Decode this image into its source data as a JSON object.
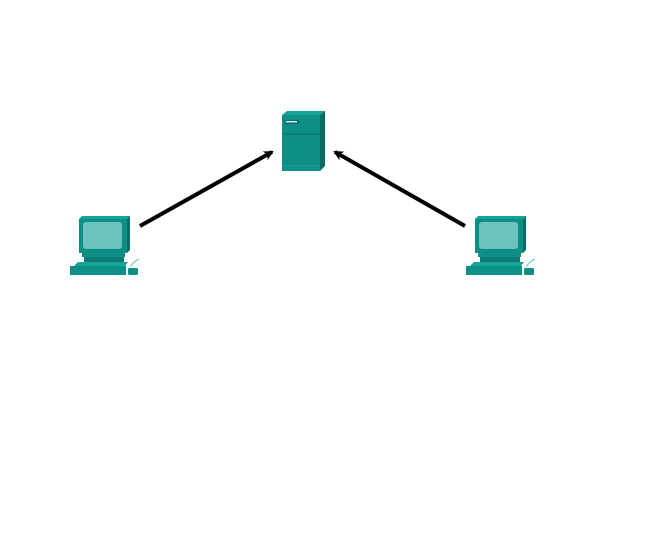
{
  "diagram": {
    "nodes": [
      {
        "id": "pc-left",
        "type": "pc-icon"
      },
      {
        "id": "server",
        "type": "server-icon"
      },
      {
        "id": "pc-right",
        "type": "pc-icon"
      }
    ],
    "edges": [
      {
        "from": "pc-left",
        "to": "server",
        "style": "arrow"
      },
      {
        "from": "pc-right",
        "to": "server",
        "style": "arrow"
      }
    ]
  },
  "colors": {
    "device": "#0e8f86",
    "device_dark": "#096b64",
    "device_light": "#13a399",
    "screen": "#6cc2bc",
    "arrow": "#000000",
    "background": "#ffffff"
  }
}
